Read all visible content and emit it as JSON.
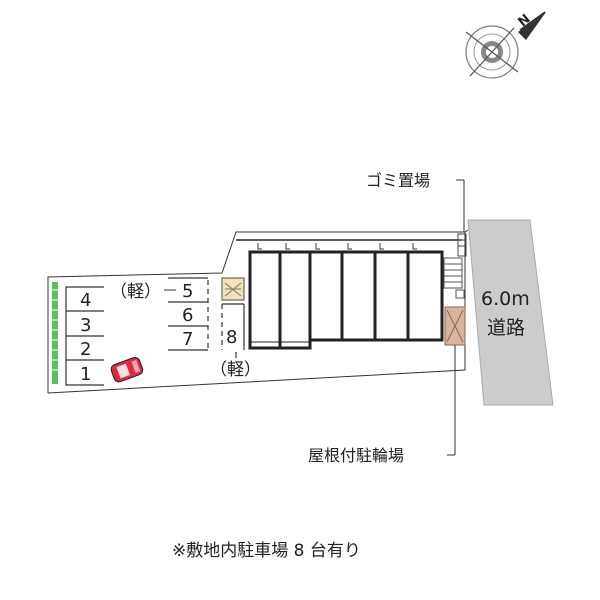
{
  "compass": {
    "north_mark": "N"
  },
  "labels": {
    "garbage": "ゴミ置場",
    "road_width": "6.0m",
    "road": "道路",
    "bike_parking": "屋根付駐輪場",
    "kei_top": "（軽）",
    "kei_bottom": "（軽）"
  },
  "parking": {
    "left_stalls": [
      "4",
      "3",
      "2",
      "1"
    ],
    "mid_stalls": [
      "5",
      "6",
      "7"
    ],
    "stall_8": "8"
  },
  "footer": "※敷地内駐車場 8 台有り",
  "colors": {
    "road": "#cccccc",
    "bike_parking": "#d9b39a",
    "car": "#e02a3c",
    "grass": "#5bbf5b",
    "line": "#333333"
  },
  "icons": {
    "compass": "compass-rose-icon",
    "car": "car-icon",
    "bike_parking": "bicycle-parking-icon"
  }
}
